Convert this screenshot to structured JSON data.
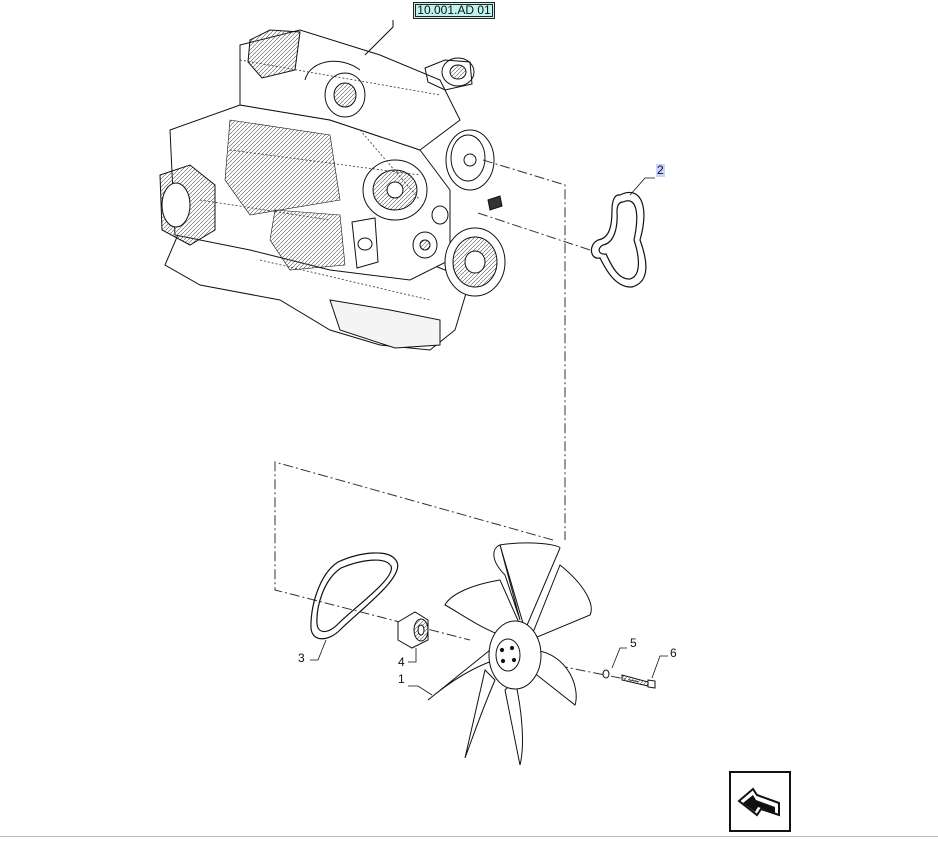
{
  "reference_tag": "10.001.AD 01",
  "callouts": [
    {
      "id": "1",
      "label": "1"
    },
    {
      "id": "2",
      "label": "2"
    },
    {
      "id": "3",
      "label": "3"
    },
    {
      "id": "4",
      "label": "4"
    },
    {
      "id": "5",
      "label": "5"
    },
    {
      "id": "6",
      "label": "6"
    }
  ],
  "nav_icon": "arrow-return-icon",
  "colors": {
    "tag_fill": "#bff3ee",
    "highlight": "#c9d3ff",
    "line": "#111111"
  }
}
